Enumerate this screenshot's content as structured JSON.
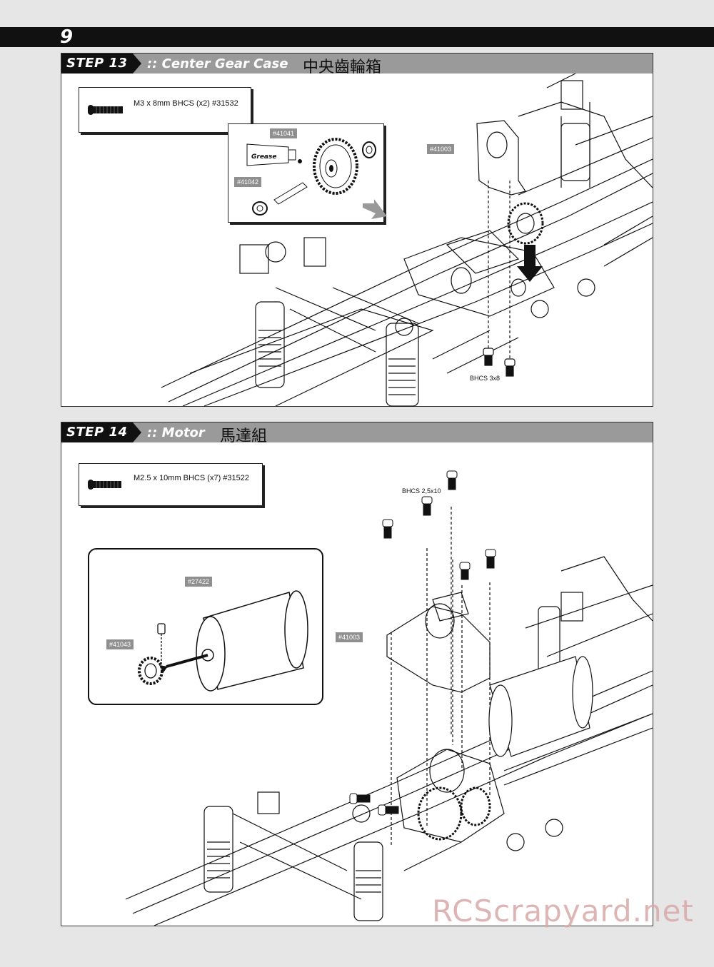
{
  "page": {
    "number": "9"
  },
  "steps": [
    {
      "label": "STEP 13",
      "title": ":: Center Gear Case",
      "title_cn": "中央齒輪箱",
      "parts_list": "M3 x 8mm BHCS (x2) #31532",
      "part_tags": [
        "#41041",
        "#41042",
        "#41003"
      ],
      "grease_label": "Grease",
      "screw_label": "BHCS 3x8"
    },
    {
      "label": "STEP 14",
      "title": ":: Motor",
      "title_cn": "馬達組",
      "parts_list": "M2.5 x 10mm BHCS (x7) #31522",
      "part_tags": [
        "#27422",
        "#41043",
        "#41003"
      ],
      "screw_label": "BHCS 2,5x10"
    }
  ],
  "watermark": "RCScrapyard.net",
  "icons": [
    "screw-icon",
    "gear-icon",
    "arrow-icon",
    "motor-icon",
    "pinion-icon",
    "chassis-drawing"
  ]
}
